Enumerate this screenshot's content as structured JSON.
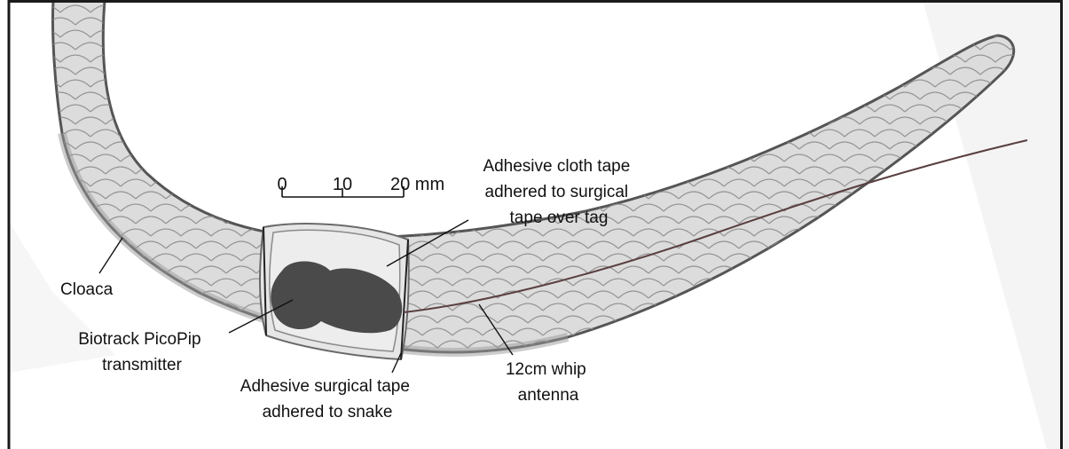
{
  "scale_bar": {
    "tick_0": "0",
    "tick_10": "10",
    "tick_20": "20 mm"
  },
  "labels": {
    "cloth_tape": [
      "Adhesive cloth tape",
      "adhered to surgical",
      "tape over tag"
    ],
    "cloaca": "Cloaca",
    "transmitter": [
      "Biotrack PicoPip",
      "transmitter"
    ],
    "surgical_tape": [
      "Adhesive surgical tape",
      "adhered to snake"
    ],
    "antenna": [
      "12cm whip",
      "antenna"
    ]
  },
  "colors": {
    "frame": "#1a1a1a",
    "snake_body": "#dcdcdc",
    "snake_outline": "#555555",
    "scale_lines": "#8a8a8a",
    "tape": "#e6e6e6",
    "transmitter": "#4a4a4a",
    "antenna": "#5a3f3f"
  }
}
